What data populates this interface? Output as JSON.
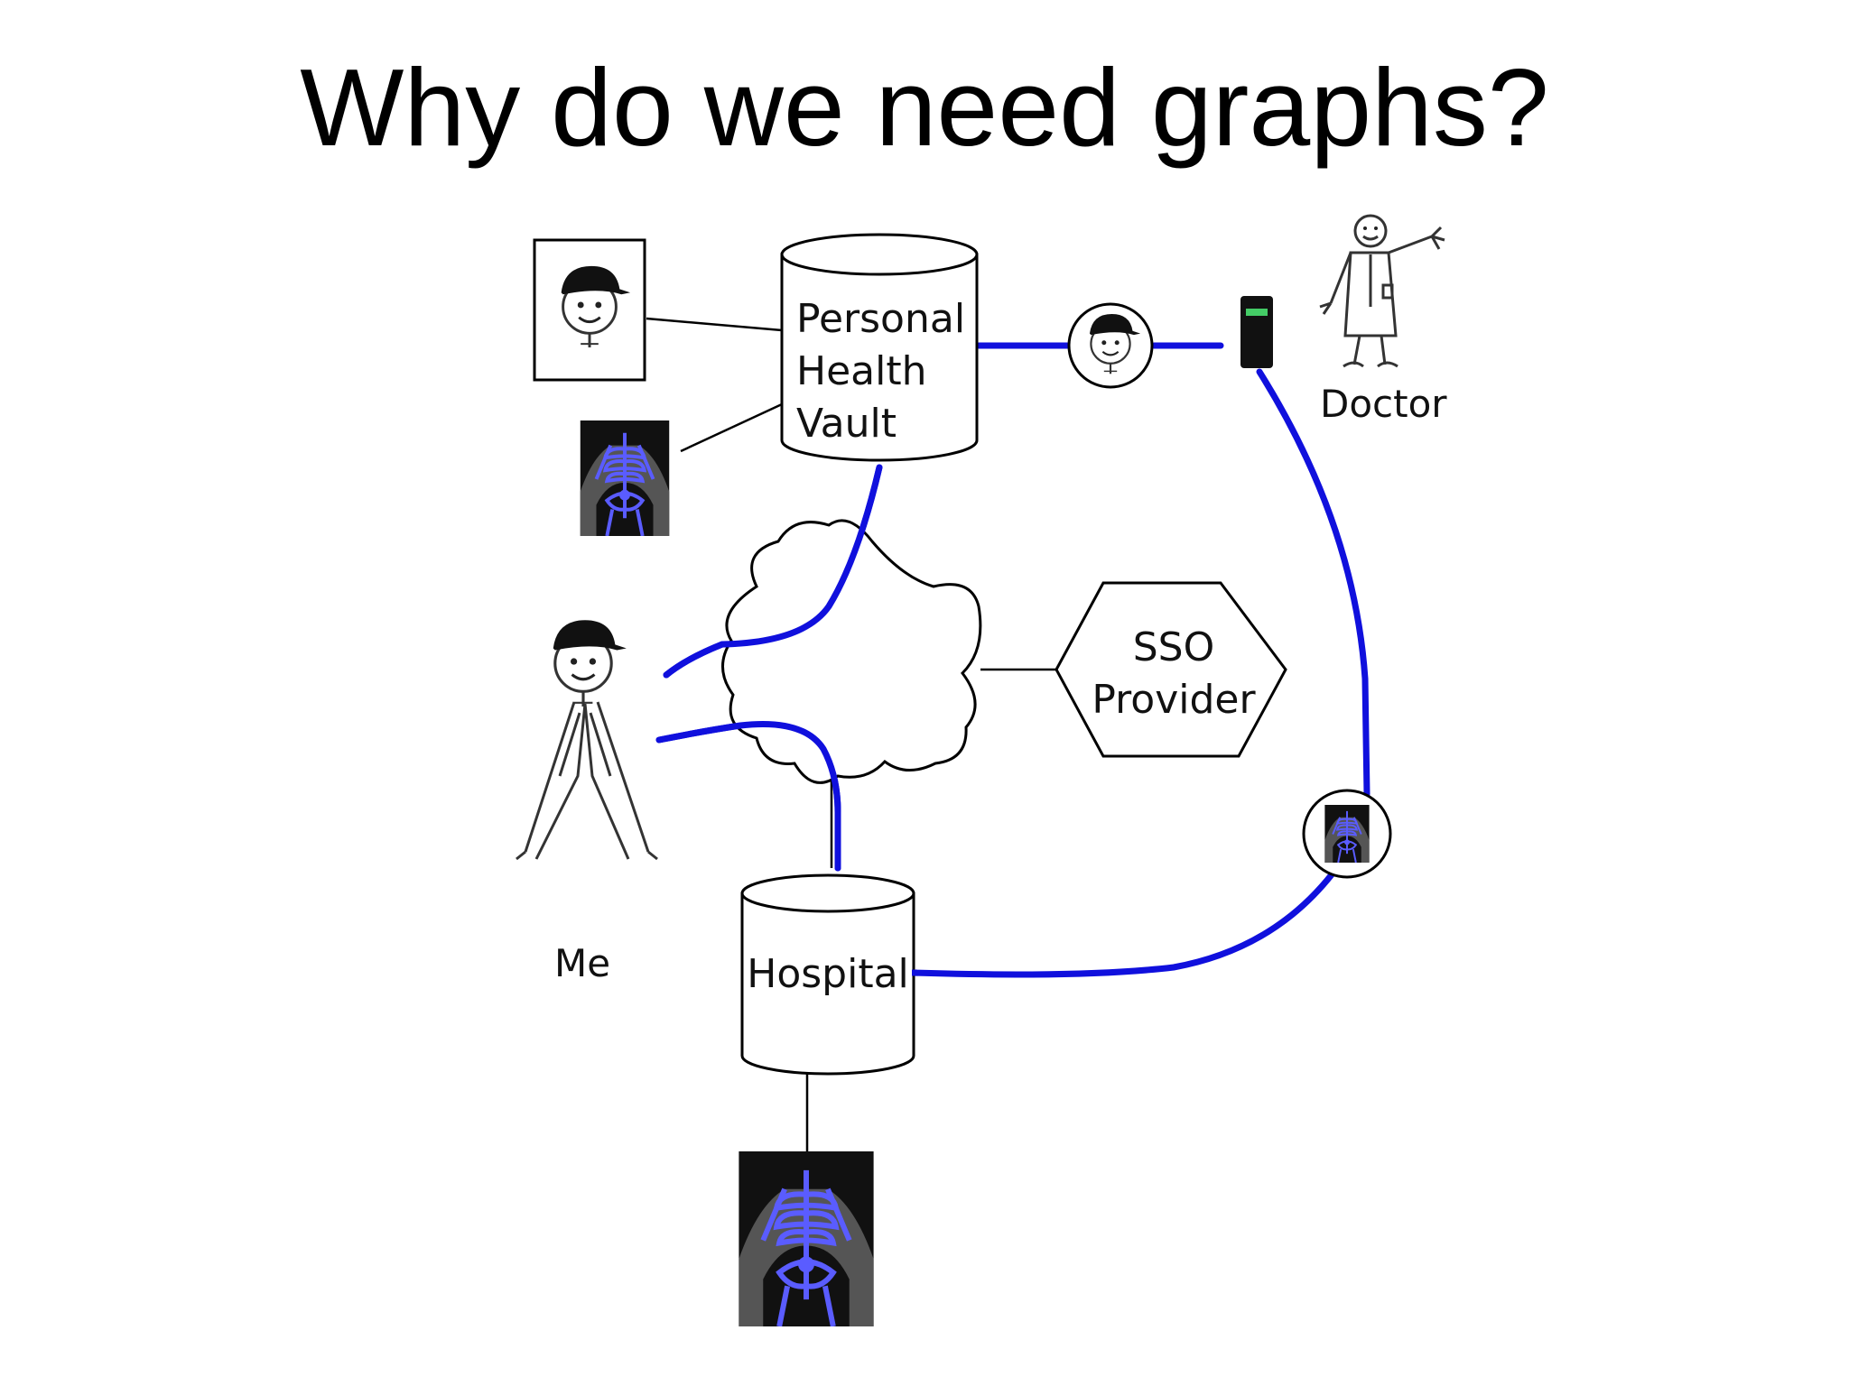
{
  "slide": {
    "title": "Why do we need graphs?"
  },
  "nodes": {
    "vault": {
      "line1": "Personal",
      "line2": "Health",
      "line3": "Vault"
    },
    "hospital": {
      "label": "Hospital"
    },
    "sso": {
      "line1": "SSO",
      "line2": "Provider"
    },
    "doctor": {
      "label": "Doctor"
    },
    "me": {
      "label": "Me"
    }
  },
  "colors": {
    "link_blue": "#1010dd",
    "xray_bone": "#5a5cff",
    "xray_background": "#111111",
    "terminal_screen": "#44cc66"
  },
  "icons": [
    "patient-photo-icon",
    "xray-icon",
    "doctor-stick-figure-icon",
    "patient-stick-figure-icon",
    "terminal-icon",
    "cloud-icon",
    "database-cylinder-icon"
  ]
}
